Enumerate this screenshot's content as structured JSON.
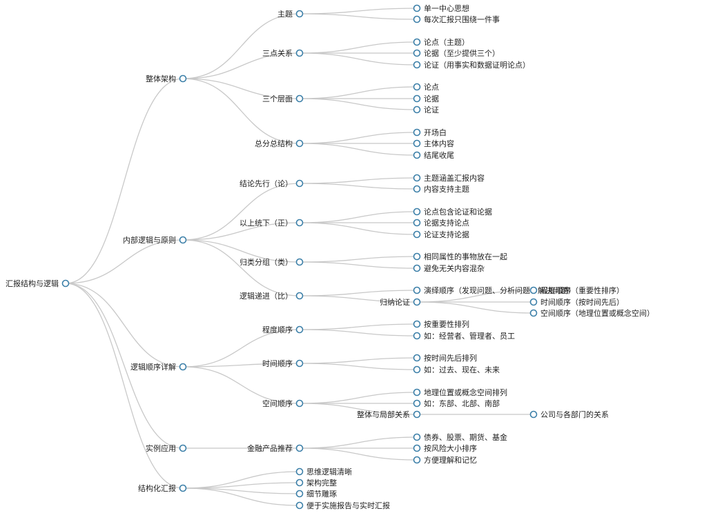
{
  "root": {
    "label": "汇报结构与逻辑",
    "children": [
      {
        "label": "整体架构",
        "children": [
          {
            "label": "主题",
            "children": [
              {
                "label": "单一中心思想"
              },
              {
                "label": "每次汇报只围绕一件事"
              }
            ]
          },
          {
            "label": "三点关系",
            "children": [
              {
                "label": "论点（主题）"
              },
              {
                "label": "论据（至少提供三个）"
              },
              {
                "label": "论证（用事实和数据证明论点）"
              }
            ]
          },
          {
            "label": "三个层面",
            "children": [
              {
                "label": "论点"
              },
              {
                "label": "论据"
              },
              {
                "label": "论证"
              }
            ]
          },
          {
            "label": "总分总结构",
            "children": [
              {
                "label": "开场白"
              },
              {
                "label": "主体内容"
              },
              {
                "label": "结尾收尾"
              }
            ]
          }
        ]
      },
      {
        "label": "内部逻辑与原则",
        "children": [
          {
            "label": "结论先行（论）",
            "children": [
              {
                "label": "主题涵盖汇报内容"
              },
              {
                "label": "内容支持主题"
              }
            ]
          },
          {
            "label": "以上统下（正）",
            "children": [
              {
                "label": "论点包含论证和论据"
              },
              {
                "label": "论据支持论点"
              },
              {
                "label": "论证支持论据"
              }
            ]
          },
          {
            "label": "归类分组（类）",
            "children": [
              {
                "label": "相同属性的事物放在一起"
              },
              {
                "label": "避免无关内容混杂"
              }
            ]
          },
          {
            "label": "逻辑递进（比）",
            "children": [
              {
                "label": "演绎顺序（发现问题、分析问题、解决问题）"
              },
              {
                "label": "归纳论证",
                "children": [
                  {
                    "label": "程度顺序（重要性排序）"
                  },
                  {
                    "label": "时间顺序（按时间先后）"
                  },
                  {
                    "label": "空间顺序（地理位置或概念空间）"
                  }
                ]
              }
            ]
          }
        ]
      },
      {
        "label": "逻辑顺序详解",
        "children": [
          {
            "label": "程度顺序",
            "children": [
              {
                "label": "按重要性排列"
              },
              {
                "label": "如：经营者、管理者、员工"
              }
            ]
          },
          {
            "label": "时间顺序",
            "children": [
              {
                "label": "按时间先后排列"
              },
              {
                "label": "如：过去、现在、未来"
              }
            ]
          },
          {
            "label": "空间顺序",
            "children": [
              {
                "label": "地理位置或概念空间排列"
              },
              {
                "label": "如：东部、北部、南部"
              },
              {
                "label": "整体与局部关系",
                "children": [
                  {
                    "label": "公司与各部门的关系"
                  }
                ]
              }
            ]
          }
        ]
      },
      {
        "label": "实例应用",
        "children": [
          {
            "label": "金融产品推荐",
            "children": [
              {
                "label": "债券、股票、期货、基金"
              },
              {
                "label": "按风险大小排序"
              },
              {
                "label": "方便理解和记忆"
              }
            ]
          }
        ]
      },
      {
        "label": "结构化汇报",
        "children": [
          {
            "label": "思维逻辑清晰"
          },
          {
            "label": "架构完整"
          },
          {
            "label": "细节雕琢"
          },
          {
            "label": "便于实施报告与实时汇报"
          }
        ]
      }
    ]
  }
}
